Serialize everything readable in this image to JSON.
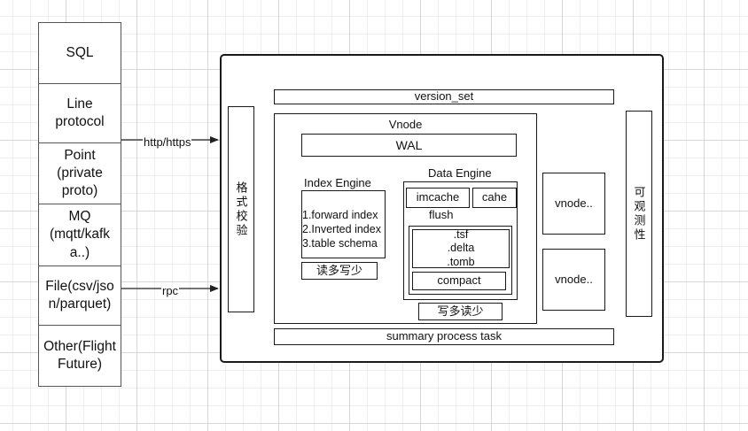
{
  "protocols": [
    "SQL",
    "Line\nprotocol",
    "Point\n(private\nproto)",
    "MQ\n(mqtt/kafk\na..)",
    "File(csv/jso\nn/parquet)",
    "Other(Flight\nFuture)"
  ],
  "edges": {
    "http_label": "http/https",
    "rpc_label": "rpc"
  },
  "validation_label": "格式校验",
  "observability_label": "可观测性",
  "version_set": "version_set",
  "summary_task": "summary process task",
  "vnode": {
    "title": "Vnode",
    "wal": "WAL",
    "index_engine": {
      "title": "Index Engine",
      "items": [
        "1.forward index",
        "2.Inverted index",
        "3.table schema"
      ],
      "note": "读多写少"
    },
    "data_engine": {
      "title": "Data Engine",
      "imcache": "imcache",
      "cache": "cahe",
      "flush": "flush",
      "files": [
        ".tsf",
        ".delta",
        ".tomb"
      ],
      "compact": "compact",
      "note": "写多读少"
    }
  },
  "vnode_more": [
    "vnode..",
    "vnode.."
  ]
}
